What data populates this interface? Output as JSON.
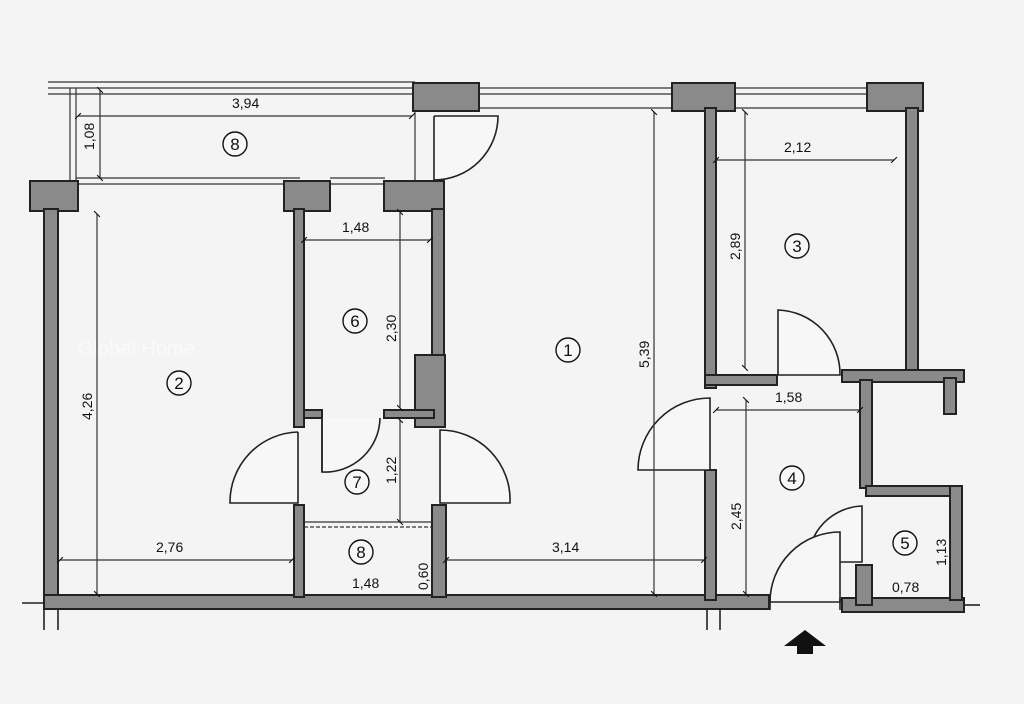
{
  "watermark": "Global Home",
  "rooms": [
    {
      "id": "1",
      "label": "1"
    },
    {
      "id": "2",
      "label": "2"
    },
    {
      "id": "3",
      "label": "3"
    },
    {
      "id": "4",
      "label": "4"
    },
    {
      "id": "5",
      "label": "5"
    },
    {
      "id": "6",
      "label": "6"
    },
    {
      "id": "7",
      "label": "7"
    },
    {
      "id": "8a",
      "label": "8"
    },
    {
      "id": "8b",
      "label": "8"
    }
  ],
  "dimensions": {
    "balcony_width": "3,94",
    "balcony_depth": "1,08",
    "room3_width": "2,12",
    "room3_depth": "2,89",
    "room6_width": "1,48",
    "room6_depth": "2,30",
    "room2_depth": "4,26",
    "room2_width": "2,76",
    "room1_depth": "5,39",
    "room1_width": "3,14",
    "room7_depth": "1,22",
    "room8_width": "1,48",
    "room8_depth": "0,60",
    "room4_width": "1,58",
    "room4_depth": "2,45",
    "room5_depth": "1,13",
    "room5_width": "0,78"
  },
  "entrance_arrow": "entrance-arrow-icon"
}
